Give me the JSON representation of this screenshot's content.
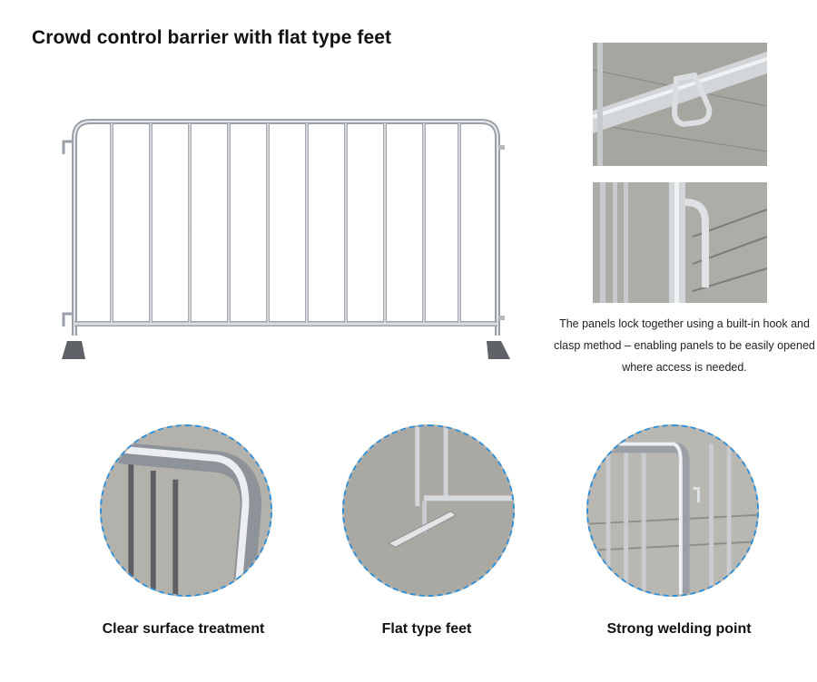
{
  "title": "Crowd control barrier with flat type feet",
  "caption": "The panels lock together using a built-in hook and clasp method – enabling panels to be easily opened where access is needed.",
  "features": [
    {
      "label": "Clear surface treatment",
      "icon": "rounded-corner-tube-closeup"
    },
    {
      "label": "Flat type feet",
      "icon": "flat-foot-closeup"
    },
    {
      "label": "Strong welding point",
      "icon": "welded-joint-closeup"
    }
  ],
  "detail_photos": [
    {
      "icon": "hook-clasp-closeup"
    },
    {
      "icon": "hook-upright-closeup"
    }
  ],
  "colors": {
    "accent_dashed_border": "#2f8fd8",
    "steel": "#c9ccd0",
    "pavement": "#aeaca6"
  }
}
